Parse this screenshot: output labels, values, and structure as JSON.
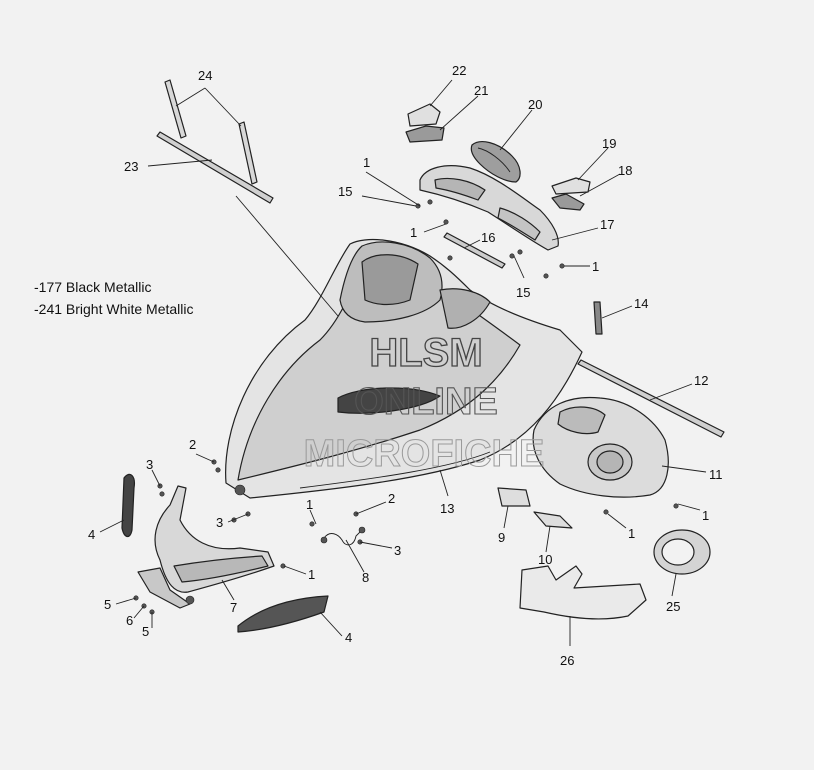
{
  "legend": {
    "items": [
      "-177 Black Metallic",
      "-241 Bright White Metallic"
    ]
  },
  "watermark": {
    "line1": "HLSM",
    "line2": "ONLINE",
    "line3": "MICROFICHE"
  },
  "callouts": {
    "c1a": "1",
    "c1b": "1",
    "c1c": "1",
    "c1d": "1",
    "c1e": "1",
    "c1f": "1",
    "c1g": "1",
    "c2a": "2",
    "c2b": "2",
    "c3a": "3",
    "c3b": "3",
    "c3c": "3",
    "c4a": "4",
    "c4b": "4",
    "c5a": "5",
    "c5b": "5",
    "c6": "6",
    "c7": "7",
    "c8": "8",
    "c9": "9",
    "c10": "10",
    "c11": "11",
    "c12": "12",
    "c13": "13",
    "c14": "14",
    "c15a": "15",
    "c15b": "15",
    "c16": "16",
    "c17": "17",
    "c18": "18",
    "c19": "19",
    "c20": "20",
    "c21": "21",
    "c22": "22",
    "c23": "23",
    "c24": "24",
    "c25": "25",
    "c26": "26"
  }
}
